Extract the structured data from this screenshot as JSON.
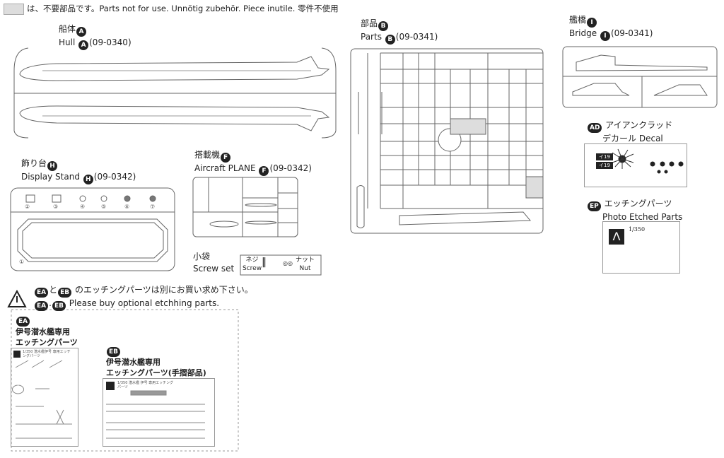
{
  "header": {
    "note": "は、不要部品です。Parts not for use. Unnötig zubehör.  Piece inutile. 零件不使用"
  },
  "hull": {
    "jp": "船体",
    "badge": "A",
    "en": "Hull",
    "code": "(09-0340)"
  },
  "parts_b": {
    "jp": "部品",
    "badge": "B",
    "en": "Parts",
    "code": "(09-0341)"
  },
  "bridge": {
    "jp": "艦橋",
    "badge": "I",
    "en": "Bridge",
    "code": "(09-0341)"
  },
  "decal": {
    "badge": "AD",
    "jp1": "アイアンクラッド",
    "jp2": "デカール",
    "en": "Decal",
    "marks": [
      "イ19",
      "イ19"
    ]
  },
  "etched": {
    "badge": "EP",
    "jp": "エッチングパーツ",
    "en": "Photo Etched  Parts",
    "scale": "1/350"
  },
  "stand": {
    "jp": "飾り台",
    "badge": "H",
    "en": "Display Stand",
    "code": "(09-0342)",
    "parts": [
      "②",
      "③",
      "④",
      "⑤",
      "⑥",
      "⑦",
      "①"
    ]
  },
  "aircraft": {
    "jp": "搭載機",
    "badge": "F",
    "en": "Aircraft PLANE",
    "code": "(09-0342)"
  },
  "screws": {
    "jp": "小袋",
    "en": "Screw set",
    "screw_jp": "ネジ",
    "screw_en": "Screw",
    "nut_jp": "ナット",
    "nut_en": "Nut"
  },
  "warning": {
    "badge1": "EA",
    "badge2": "EB",
    "jp_conj": "と",
    "jp": "のエッチングパーツは別にお買い求め下さい。",
    "en_sep": ".",
    "en": "Please buy optional etchhing parts."
  },
  "ea": {
    "badge": "EA",
    "jp1": "伊号潜水艦専用",
    "jp2": "エッチングパーツ",
    "sheet_title": "1/350 潜水艦伊号 専用エッチングパーツ"
  },
  "eb": {
    "badge": "EB",
    "jp1": "伊号潜水艦専用",
    "jp2": "エッチングパーツ(手摺部品)",
    "sheet_title": "1/350 潜水艦 伊号 専用エッチングパーツ"
  }
}
